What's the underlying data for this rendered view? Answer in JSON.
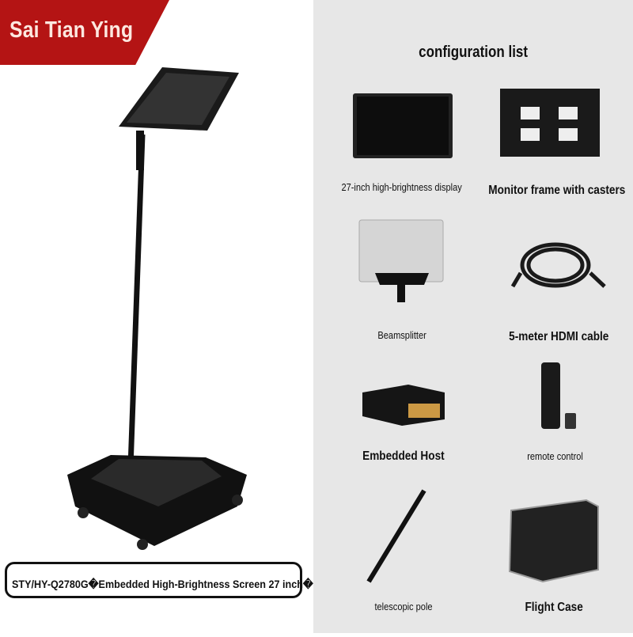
{
  "brand": {
    "name": "Sai Tian Ying",
    "color": "#b41414"
  },
  "product": {
    "model_label": "STY/HY-Q2780G�Embedded High-Brightness Screen 27 inch�"
  },
  "config": {
    "title": "configuration list",
    "items": [
      {
        "label": "27-inch high-brightness display",
        "icon": "monitor-icon"
      },
      {
        "label": "Monitor frame with casters",
        "icon": "frame-icon"
      },
      {
        "label": "Beamsplitter",
        "icon": "glass-icon"
      },
      {
        "label": "5-meter HDMI cable",
        "icon": "cable-icon"
      },
      {
        "label": "Embedded Host",
        "icon": "host-icon"
      },
      {
        "label": "remote control",
        "icon": "remote-icon"
      },
      {
        "label": "telescopic pole",
        "icon": "pole-icon"
      },
      {
        "label": "Flight Case",
        "icon": "case-icon"
      }
    ]
  }
}
